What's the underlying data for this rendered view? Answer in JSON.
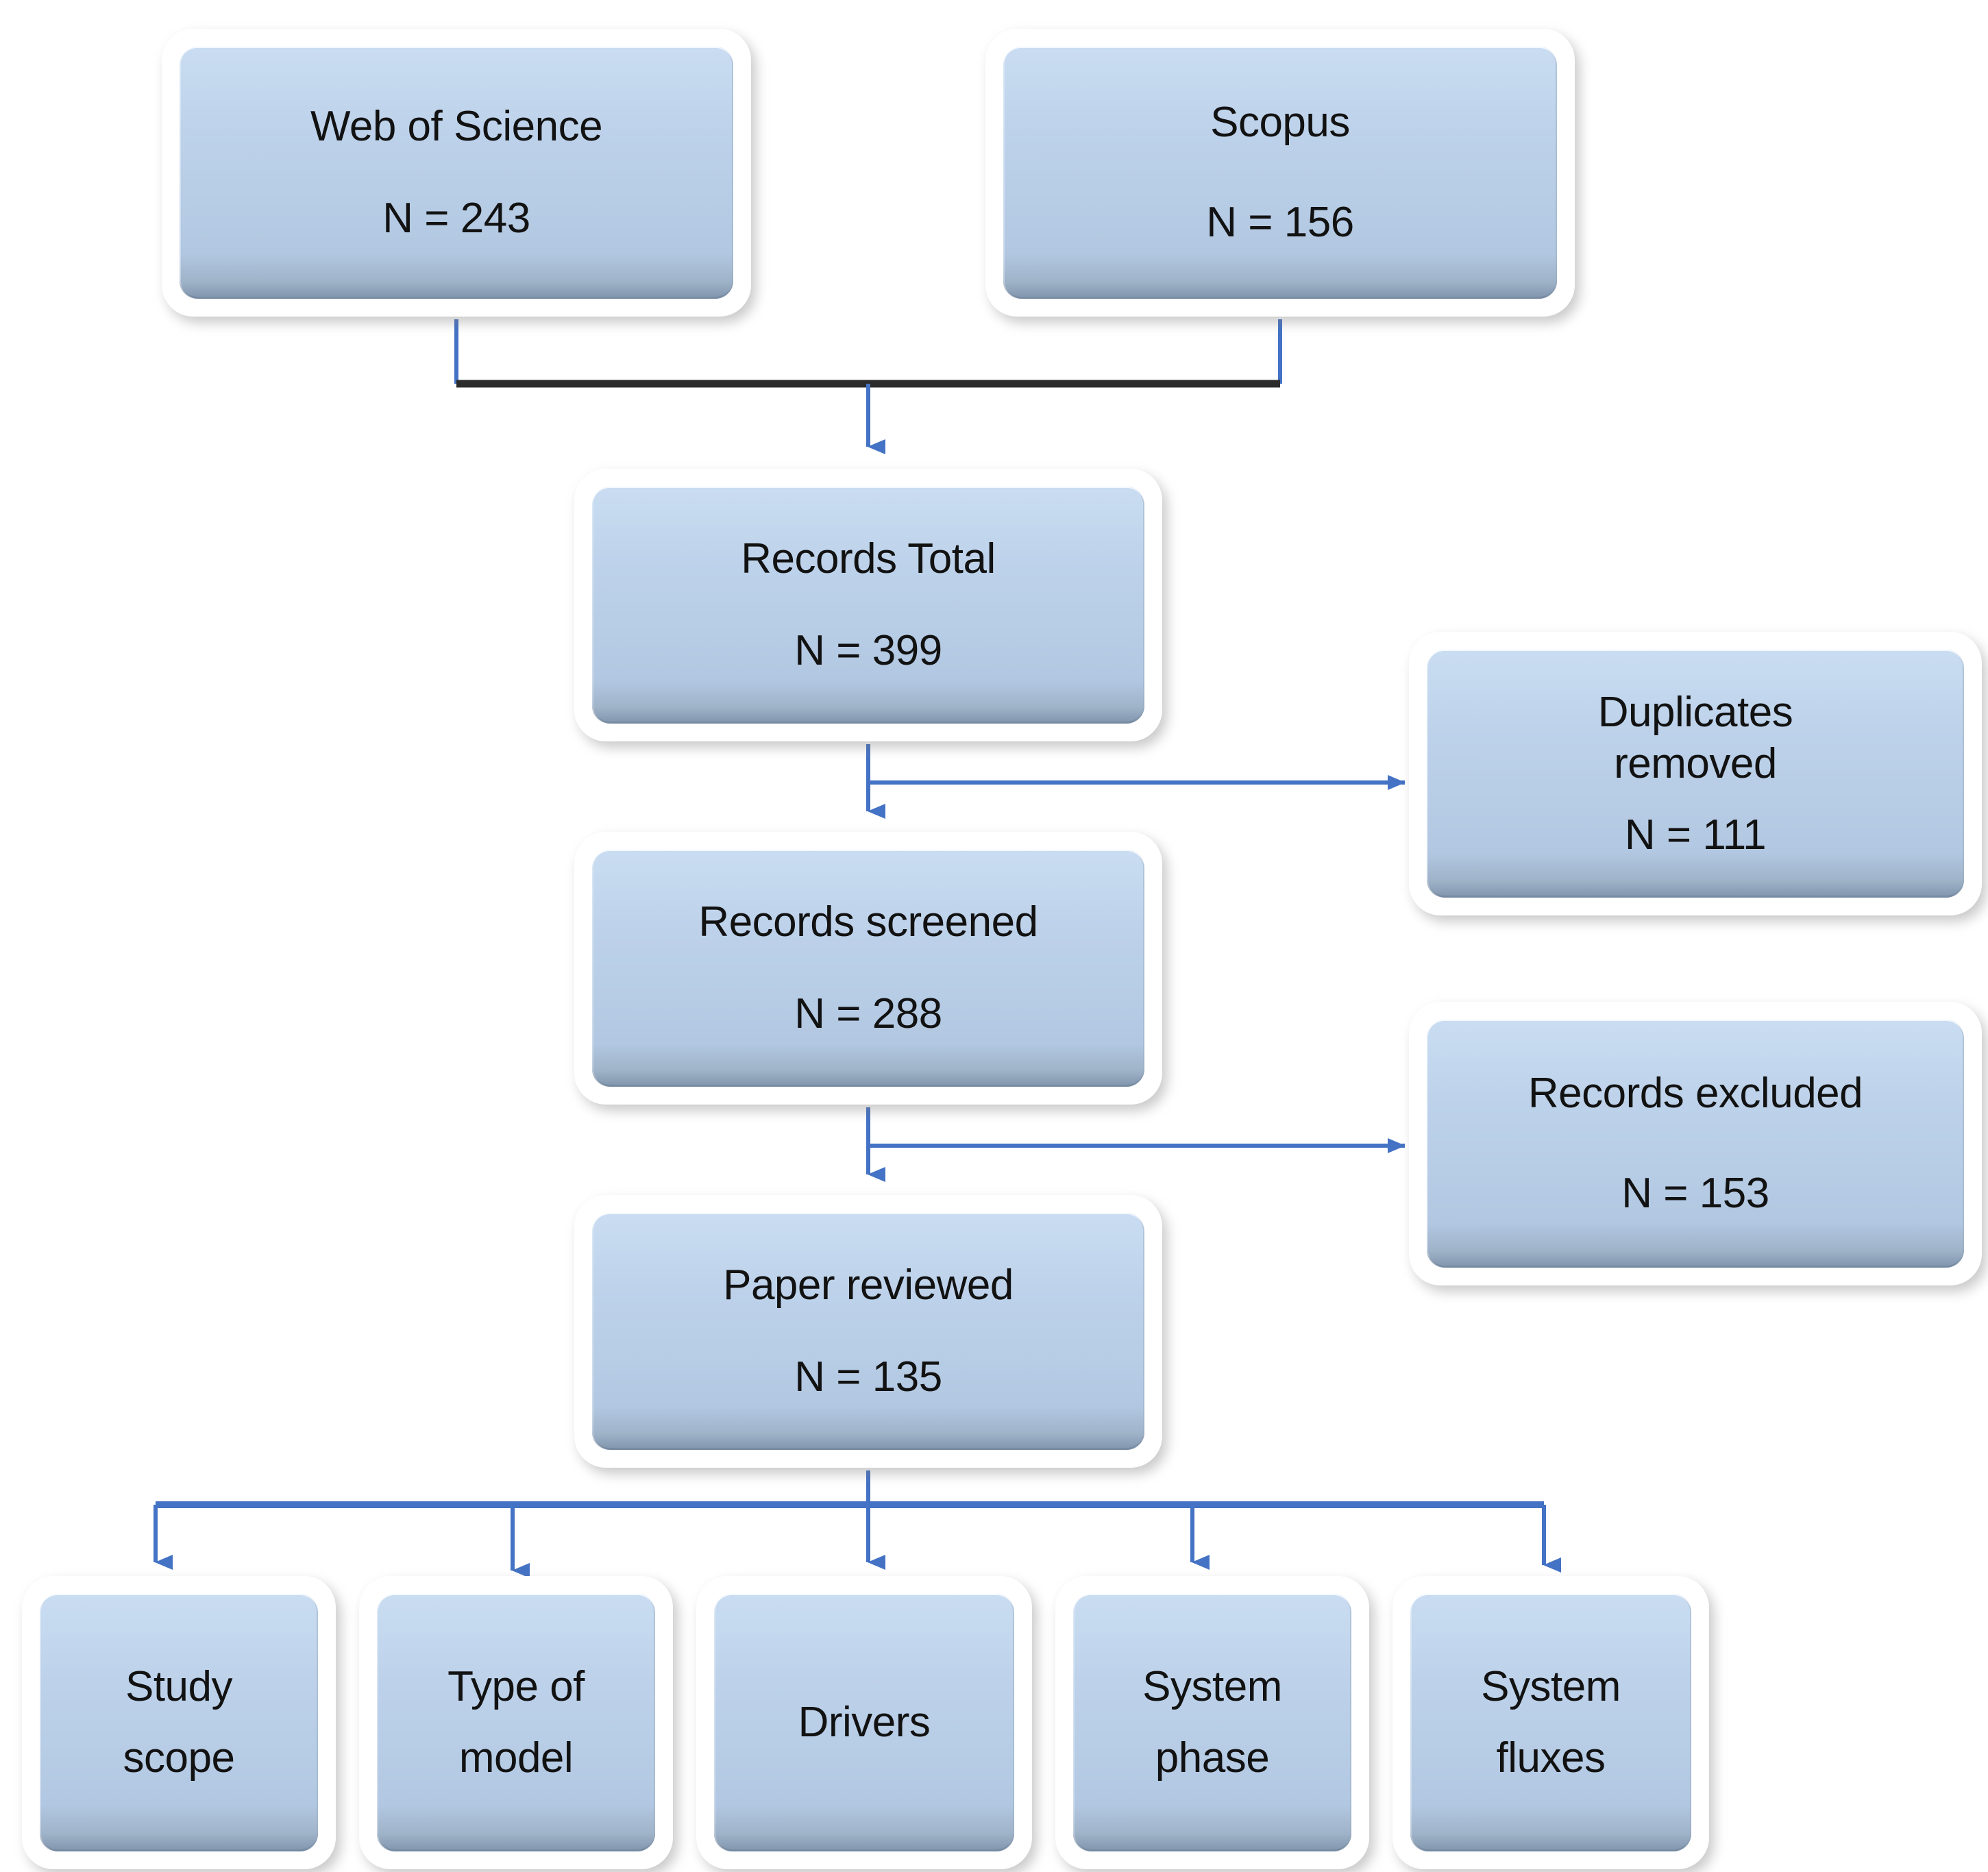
{
  "diagram": {
    "type": "flowchart",
    "title": "PRISMA literature selection flow diagram",
    "colors": {
      "box_fill_top": "#c9dcf2",
      "box_fill_bottom": "#8094ac",
      "box_frame": "#ffffff",
      "connector_blue": "#4472c4",
      "connector_dark": "#2b2b2b",
      "text": "#121212",
      "background": "#ffffff"
    },
    "nodes": {
      "web_of_science": {
        "label": "Web of Science",
        "count": "N = 243"
      },
      "scopus": {
        "label": "Scopus",
        "count": "N = 156"
      },
      "records_total": {
        "label": "Records Total",
        "count": "N = 399"
      },
      "duplicates_removed": {
        "label_line1": "Duplicates",
        "label_line2": "removed",
        "count": "N = 111"
      },
      "records_screened": {
        "label": "Records screened",
        "count": "N = 288"
      },
      "records_excluded": {
        "label": "Records excluded",
        "count": "N = 153"
      },
      "paper_reviewed": {
        "label": "Paper reviewed",
        "count": "N = 135"
      }
    },
    "categories": [
      {
        "line1": "Study",
        "line2": "scope"
      },
      {
        "line1": "Type of",
        "line2": "model"
      },
      {
        "line1": "Drivers",
        "line2": ""
      },
      {
        "line1": "System",
        "line2": "phase"
      },
      {
        "line1": "System",
        "line2": "fluxes"
      }
    ],
    "edges": [
      {
        "from": "web_of_science",
        "to": "records_total",
        "style": "merge-down"
      },
      {
        "from": "scopus",
        "to": "records_total",
        "style": "merge-down"
      },
      {
        "from": "records_total",
        "to": "records_screened",
        "style": "down"
      },
      {
        "from": "records_total",
        "to": "duplicates_removed",
        "style": "right"
      },
      {
        "from": "records_screened",
        "to": "paper_reviewed",
        "style": "down"
      },
      {
        "from": "records_screened",
        "to": "records_excluded",
        "style": "right"
      },
      {
        "from": "paper_reviewed",
        "to": "Study scope",
        "style": "split-down"
      },
      {
        "from": "paper_reviewed",
        "to": "Type of model",
        "style": "split-down"
      },
      {
        "from": "paper_reviewed",
        "to": "Drivers",
        "style": "split-down"
      },
      {
        "from": "paper_reviewed",
        "to": "System phase",
        "style": "split-down"
      },
      {
        "from": "paper_reviewed",
        "to": "System fluxes",
        "style": "split-down"
      }
    ]
  }
}
